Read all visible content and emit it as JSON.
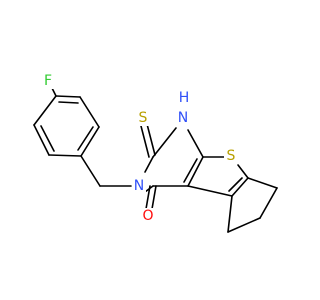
{
  "molecule": {
    "atoms": {
      "fluorine": {
        "symbol": "F",
        "color": "#33cc33"
      },
      "sulfur_thione": {
        "symbol": "S",
        "color": "#b8a000"
      },
      "nitrogen_h": {
        "symbol": "H",
        "color": "#3050f8"
      },
      "nitrogen_nh": {
        "symbol": "N",
        "color": "#3050f8"
      },
      "sulfur_ring": {
        "symbol": "S",
        "color": "#b8a000"
      },
      "nitrogen_3": {
        "symbol": "N",
        "color": "#3050f8"
      },
      "oxygen": {
        "symbol": "O",
        "color": "#ff0d0d"
      }
    }
  }
}
